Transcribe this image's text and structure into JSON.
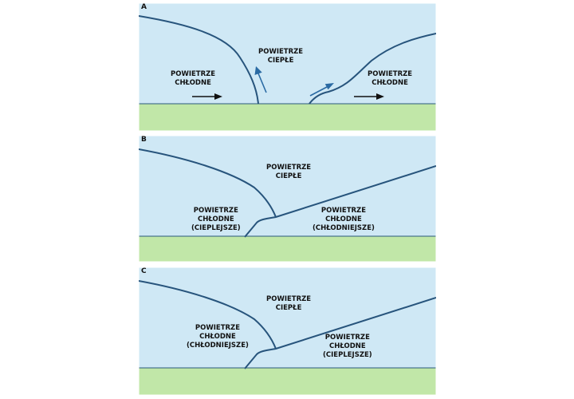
{
  "colors": {
    "air": "#cfe8f5",
    "ground": "#c1e7a8",
    "border": "#2b5a7d",
    "front": "#27547c",
    "arrow_black": "#111111",
    "arrow_blue": "#2a6aa3"
  },
  "panels": [
    {
      "id": "A",
      "letter": "A",
      "warm": [
        "POWIETRZE",
        "CIEPŁE"
      ],
      "left": [
        "POWIETRZE",
        "CHŁODNE"
      ],
      "right": [
        "POWIETRZE",
        "CHŁODNE"
      ]
    },
    {
      "id": "B",
      "letter": "B",
      "warm": [
        "POWIETRZE",
        "CIEPŁE"
      ],
      "left": [
        "POWIETRZE",
        "CHŁODNE",
        "(CIEPLEJSZE)"
      ],
      "right": [
        "POWIETRZE",
        "CHŁODNE",
        "(CHŁODNIEJSZE)"
      ]
    },
    {
      "id": "C",
      "letter": "C",
      "warm": [
        "POWIETRZE",
        "CIEPŁE"
      ],
      "left": [
        "POWIETRZE",
        "CHŁODNE",
        "(CHŁODNIEJSZE)"
      ],
      "right": [
        "POWIETRZE",
        "CHŁODNE",
        "(CIEPLEJSZE)"
      ]
    }
  ]
}
